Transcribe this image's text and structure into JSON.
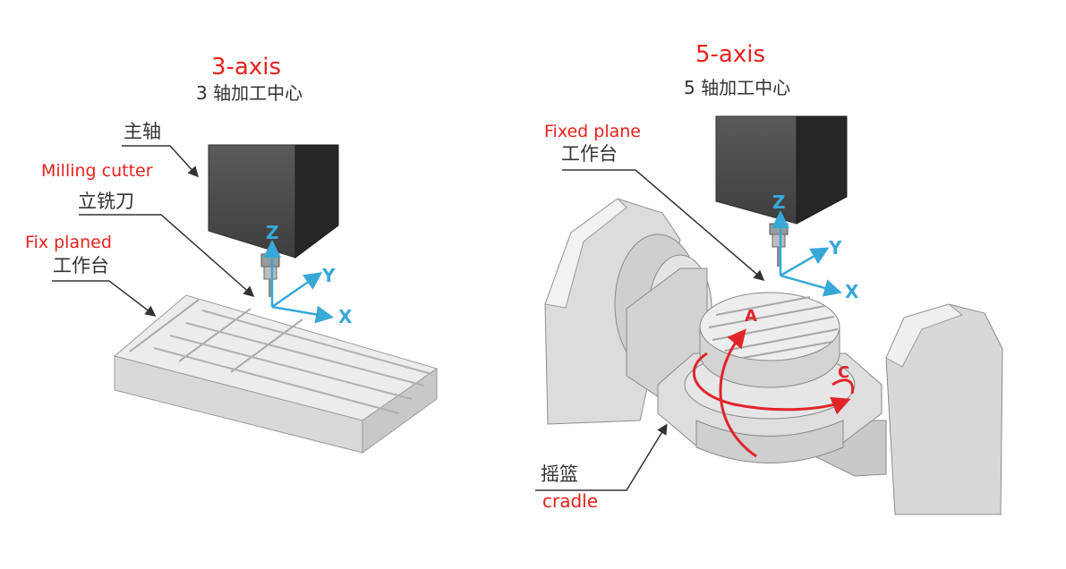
{
  "left": {
    "title_en": "3-axis",
    "title_cn": "3 轴加工中心",
    "spindle_cn": "主轴",
    "cutter_en": "Milling cutter",
    "cutter_cn": "立铣刀",
    "table_en": "Fix planed",
    "table_cn": "工作台",
    "axes": {
      "z": "Z",
      "y": "Y",
      "x": "X"
    }
  },
  "right": {
    "title_en": "5-axis",
    "title_cn": "5 轴加工中心",
    "table_en": "Fixed plane",
    "table_cn": "工作台",
    "cradle_cn": "摇篮",
    "cradle_en": "cradle",
    "axes": {
      "z": "Z",
      "y": "Y",
      "x": "X"
    },
    "rotary": {
      "a": "A",
      "c": "C"
    }
  },
  "colors": {
    "label_red": "#e8211d",
    "axis_blue": "#38a8d8",
    "rotary_red": "#e0252a",
    "text_dark": "#333333"
  }
}
